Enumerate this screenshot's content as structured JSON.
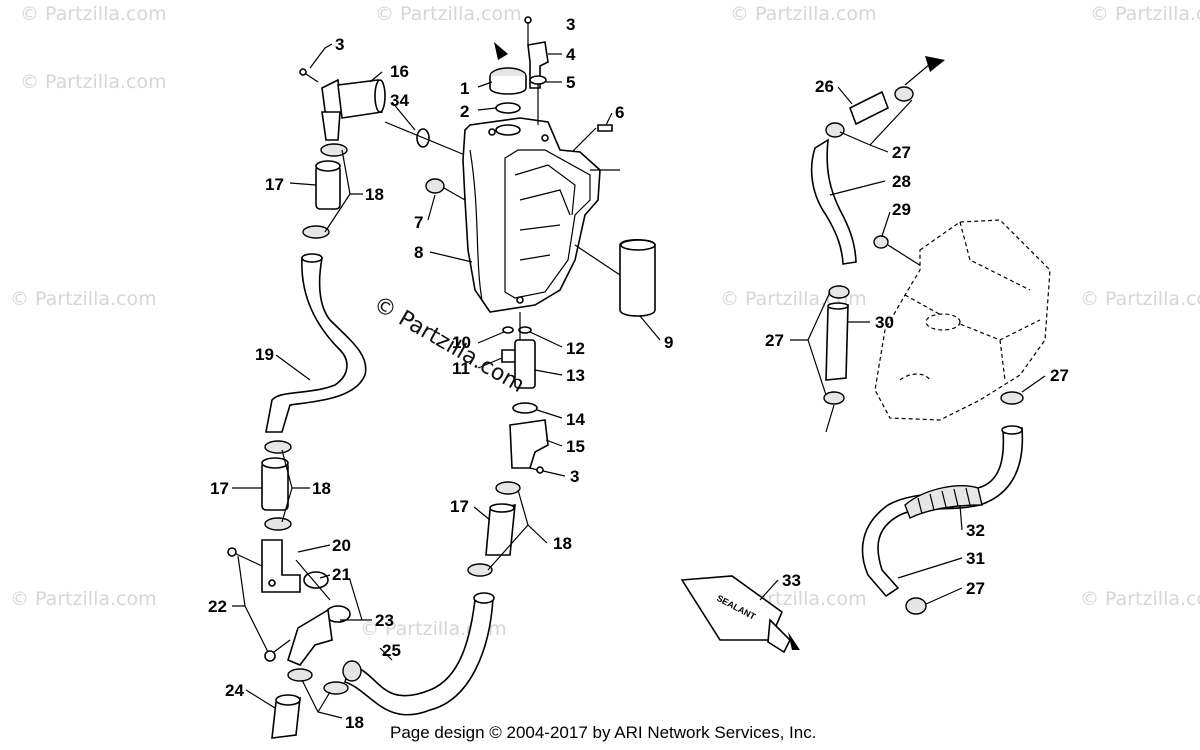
{
  "watermark": {
    "text": "© Partzilla.com"
  },
  "center_watermark": {
    "text": "© Partzilla.com"
  },
  "sealant_tube_label": "SEALANT",
  "footer": {
    "text": "Page design © 2004-2017 by ARI Network Services, Inc."
  },
  "callouts": {
    "c1": "1",
    "c2": "2",
    "c3a": "3",
    "c3b": "3",
    "c3c": "3",
    "c4": "4",
    "c5": "5",
    "c6": "6",
    "c7": "7",
    "c8": "8",
    "c9": "9",
    "c10": "10",
    "c11": "11",
    "c12": "12",
    "c13": "13",
    "c14": "14",
    "c15": "15",
    "c16": "16",
    "c17a": "17",
    "c17b": "17",
    "c17c": "17",
    "c18a": "18",
    "c18b": "18",
    "c18c": "18",
    "c18d": "18",
    "c19": "19",
    "c20": "20",
    "c21": "21",
    "c22": "22",
    "c23": "23",
    "c24": "24",
    "c25": "25",
    "c26": "26",
    "c27a": "27",
    "c27b": "27",
    "c27c": "27",
    "c27d": "27",
    "c28": "28",
    "c29": "29",
    "c30": "30",
    "c31": "31",
    "c32": "32",
    "c33": "33",
    "c34": "34"
  }
}
